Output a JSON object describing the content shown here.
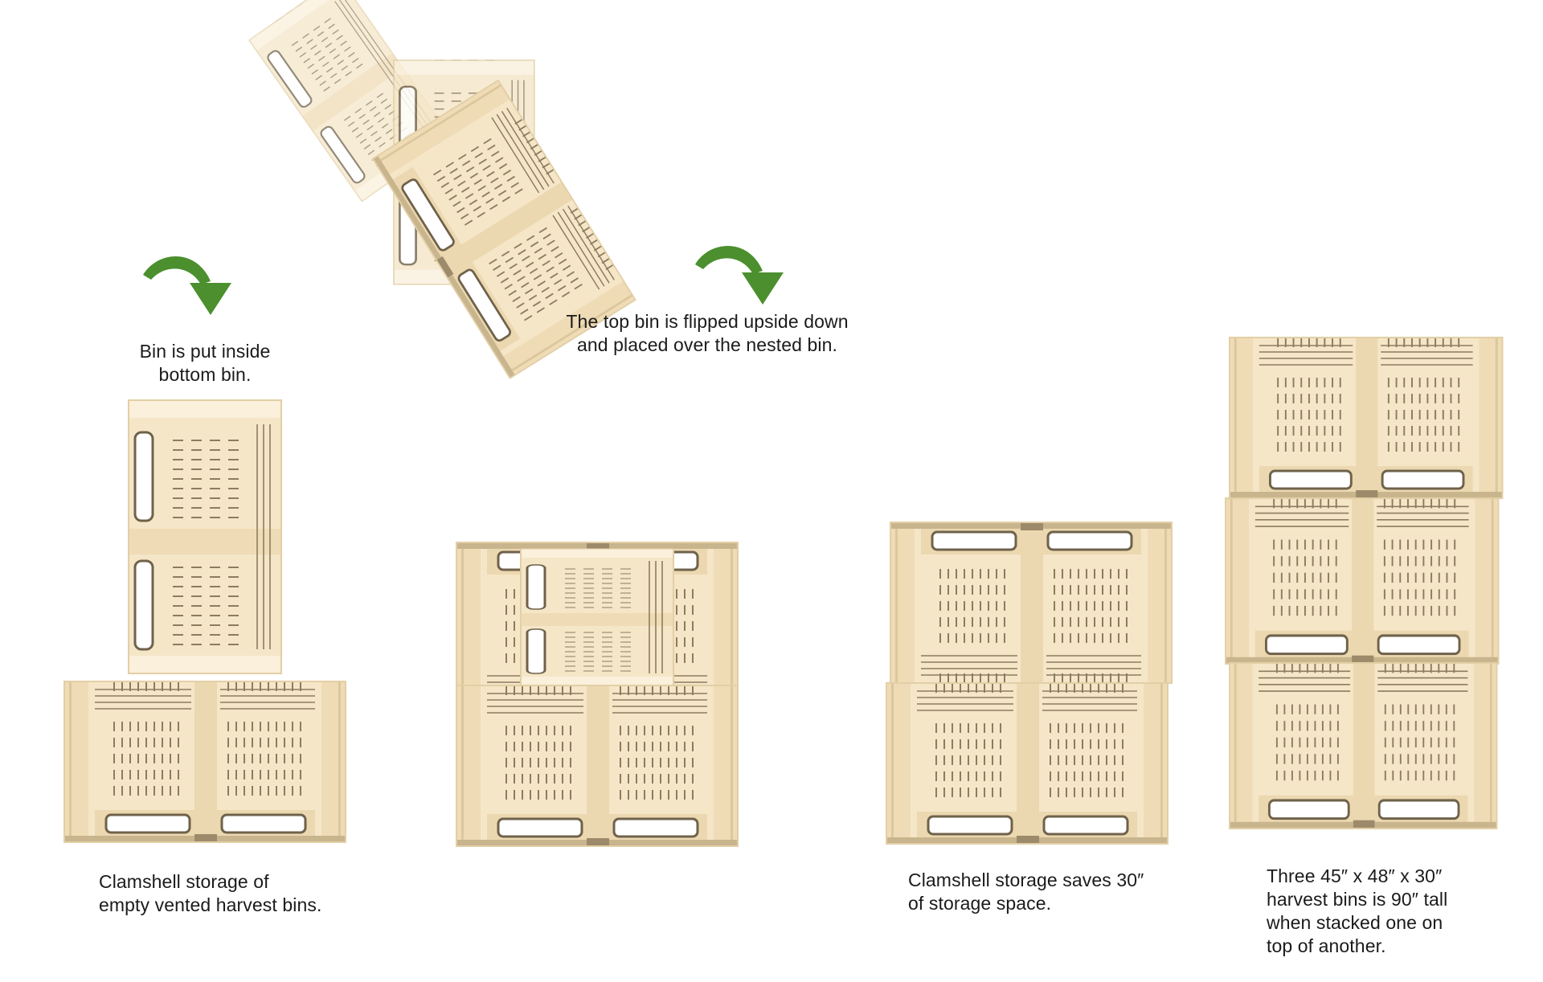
{
  "colors": {
    "bin_face": "#f5e6c8",
    "bin_light": "#faf0db",
    "bin_edge": "#e3cfa6",
    "bin_dark": "#9c8a6a",
    "bin_shadow": "#c8b58e",
    "vent": "#8d7c5f",
    "arrow": "#4b8f2e",
    "text": "#1b1b1b"
  },
  "icons": [
    "curved-arrow-icon"
  ],
  "captions": {
    "put_inside": [
      "Bin is put inside",
      "bottom bin."
    ],
    "flipped": [
      "The top bin is flipped upside down",
      "and placed over the nested bin."
    ],
    "clamshell_storage": [
      "Clamshell storage of",
      "empty vented harvest bins."
    ],
    "saves": [
      "Clamshell storage saves 30″",
      "of storage space."
    ],
    "three_bins": [
      "Three 45″ x 48″ x 30″",
      "harvest bins is 90″ tall",
      "when stacked one on",
      "top of another."
    ]
  }
}
